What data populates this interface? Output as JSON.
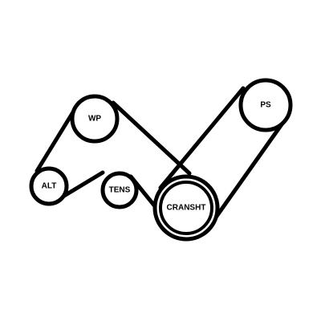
{
  "pulleys": {
    "wp": {
      "label": "WP"
    },
    "ps": {
      "label": "PS"
    },
    "alt": {
      "label": "ALT"
    },
    "tens": {
      "label": "TENS"
    },
    "cransht": {
      "label": "CRANSHT"
    }
  },
  "colors": {
    "stroke": "#000000",
    "background": "#ffffff"
  }
}
